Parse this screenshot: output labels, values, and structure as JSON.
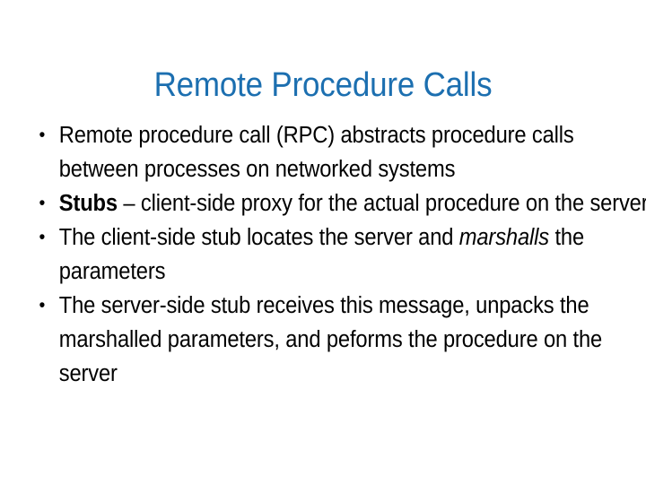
{
  "slide": {
    "title": "Remote Procedure Calls",
    "title_color": "#1c6fb0",
    "body_color": "#000000",
    "background_color": "#ffffff",
    "bullet_glyph": "•"
  },
  "bullets": [
    {
      "id": "bullet-1",
      "text": "Remote procedure call (RPC) abstracts procedure calls between processes on networked systems",
      "runs": [
        {
          "text": "Remote procedure call (RPC) abstracts procedure calls between processes on networked systems",
          "style": "normal"
        }
      ]
    },
    {
      "id": "bullet-2",
      "text": "Stubs – client-side proxy for the actual procedure on the server",
      "runs": [
        {
          "text": "Stubs",
          "style": "bold"
        },
        {
          "text": " – client-side proxy for the actual procedure on the server",
          "style": "normal"
        }
      ]
    },
    {
      "id": "bullet-3",
      "text": "The client-side stub locates the server and marshalls the parameters",
      "runs": [
        {
          "text": "The client-side stub locates the server and ",
          "style": "normal"
        },
        {
          "text": "marshalls",
          "style": "italic"
        },
        {
          "text": " the parameters",
          "style": "normal"
        }
      ]
    },
    {
      "id": "bullet-4",
      "text": "The server-side stub receives this message, unpacks the marshalled parameters, and peforms the procedure on the server",
      "runs": [
        {
          "text": "The server-side stub receives this message, unpacks the marshalled parameters, and peforms the procedure on the server",
          "style": "normal"
        }
      ]
    }
  ]
}
